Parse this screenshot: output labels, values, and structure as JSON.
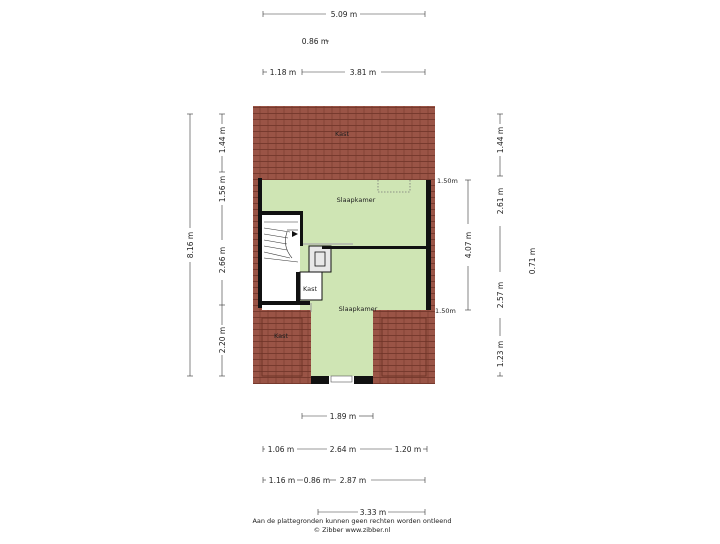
{
  "colors": {
    "roof": "#9a5446",
    "roof_line": "#6e3327",
    "floor_green": "#cfe5b4",
    "wall": "#111111",
    "stair": "#ffffff",
    "dim_line": "#333333"
  },
  "rooms": {
    "kast_top": "Kast",
    "slaapkamer_top": "Slaapkamer",
    "slaapkamer_bottom": "Slaapkamer",
    "kast_mid": "Kast",
    "kast_bottom_left": "Kast"
  },
  "annotations": {
    "height_top": "1.50m",
    "height_bottom": "1.50m"
  },
  "dimensions": {
    "top_total": "5.09 m",
    "top_086": "0.86 m",
    "top_118": "1.18 m",
    "top_381": "3.81 m",
    "left_total": "8.16 m",
    "left_144": "1.44 m",
    "left_156": "1.56 m",
    "left_266": "2.66 m",
    "left_220": "2.20 m",
    "right_144": "1.44 m",
    "right_261": "2.61 m",
    "right_407": "4.07 m",
    "right_257": "2.57 m",
    "right_123": "1.23 m",
    "right_071": "0.71 m",
    "bottom_189": "1.89 m",
    "bottom_106": "1.06 m",
    "bottom_264": "2.64 m",
    "bottom_120": "1.20 m",
    "bottom_116": "1.16 m",
    "bottom_086": "0.86 m",
    "bottom_287": "2.87 m",
    "bottom_333": "3.33 m"
  },
  "footer": {
    "disclaimer": "Aan de plattegronden kunnen geen rechten worden ontleend",
    "copyright": "© Zibber www.zibber.nl"
  }
}
